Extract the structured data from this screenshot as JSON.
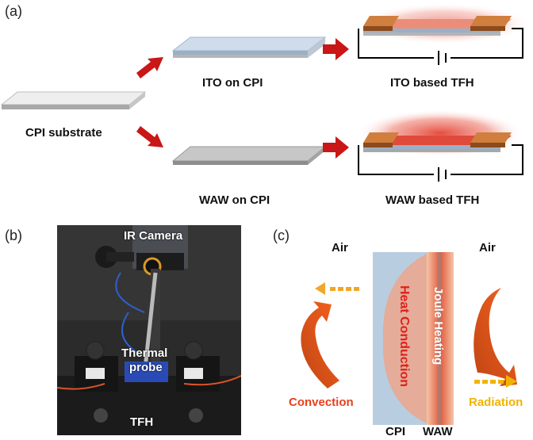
{
  "panel_a": {
    "label": "(a)",
    "cpi_substrate": "CPI substrate",
    "ito_on_cpi": "ITO on CPI",
    "waw_on_cpi": "WAW on CPI",
    "ito_tfh": "ITO based TFH",
    "waw_tfh": "WAW based TFH"
  },
  "panel_b": {
    "label": "(b)",
    "ir_camera": "IR Camera",
    "thermal_probe_line1": "Thermal",
    "thermal_probe_line2": "probe",
    "tfh": "TFH"
  },
  "panel_c": {
    "label": "(c)",
    "air_left": "Air",
    "air_right": "Air",
    "heat_conduction": "Heat Conduction",
    "joule_heating": "Joule Heating",
    "convection": "Convection",
    "radiation": "Radiation",
    "cpi": "CPI",
    "waw": "WAW"
  },
  "colors": {
    "arrow_red": "#c91616",
    "convection_text": "#e8401c",
    "radiation_text": "#f0b400",
    "cpi_layer": "#b9cde0",
    "waw_layer": "#e87a4e",
    "electrode": "#c97a3f",
    "glow": "#e23a2a"
  }
}
